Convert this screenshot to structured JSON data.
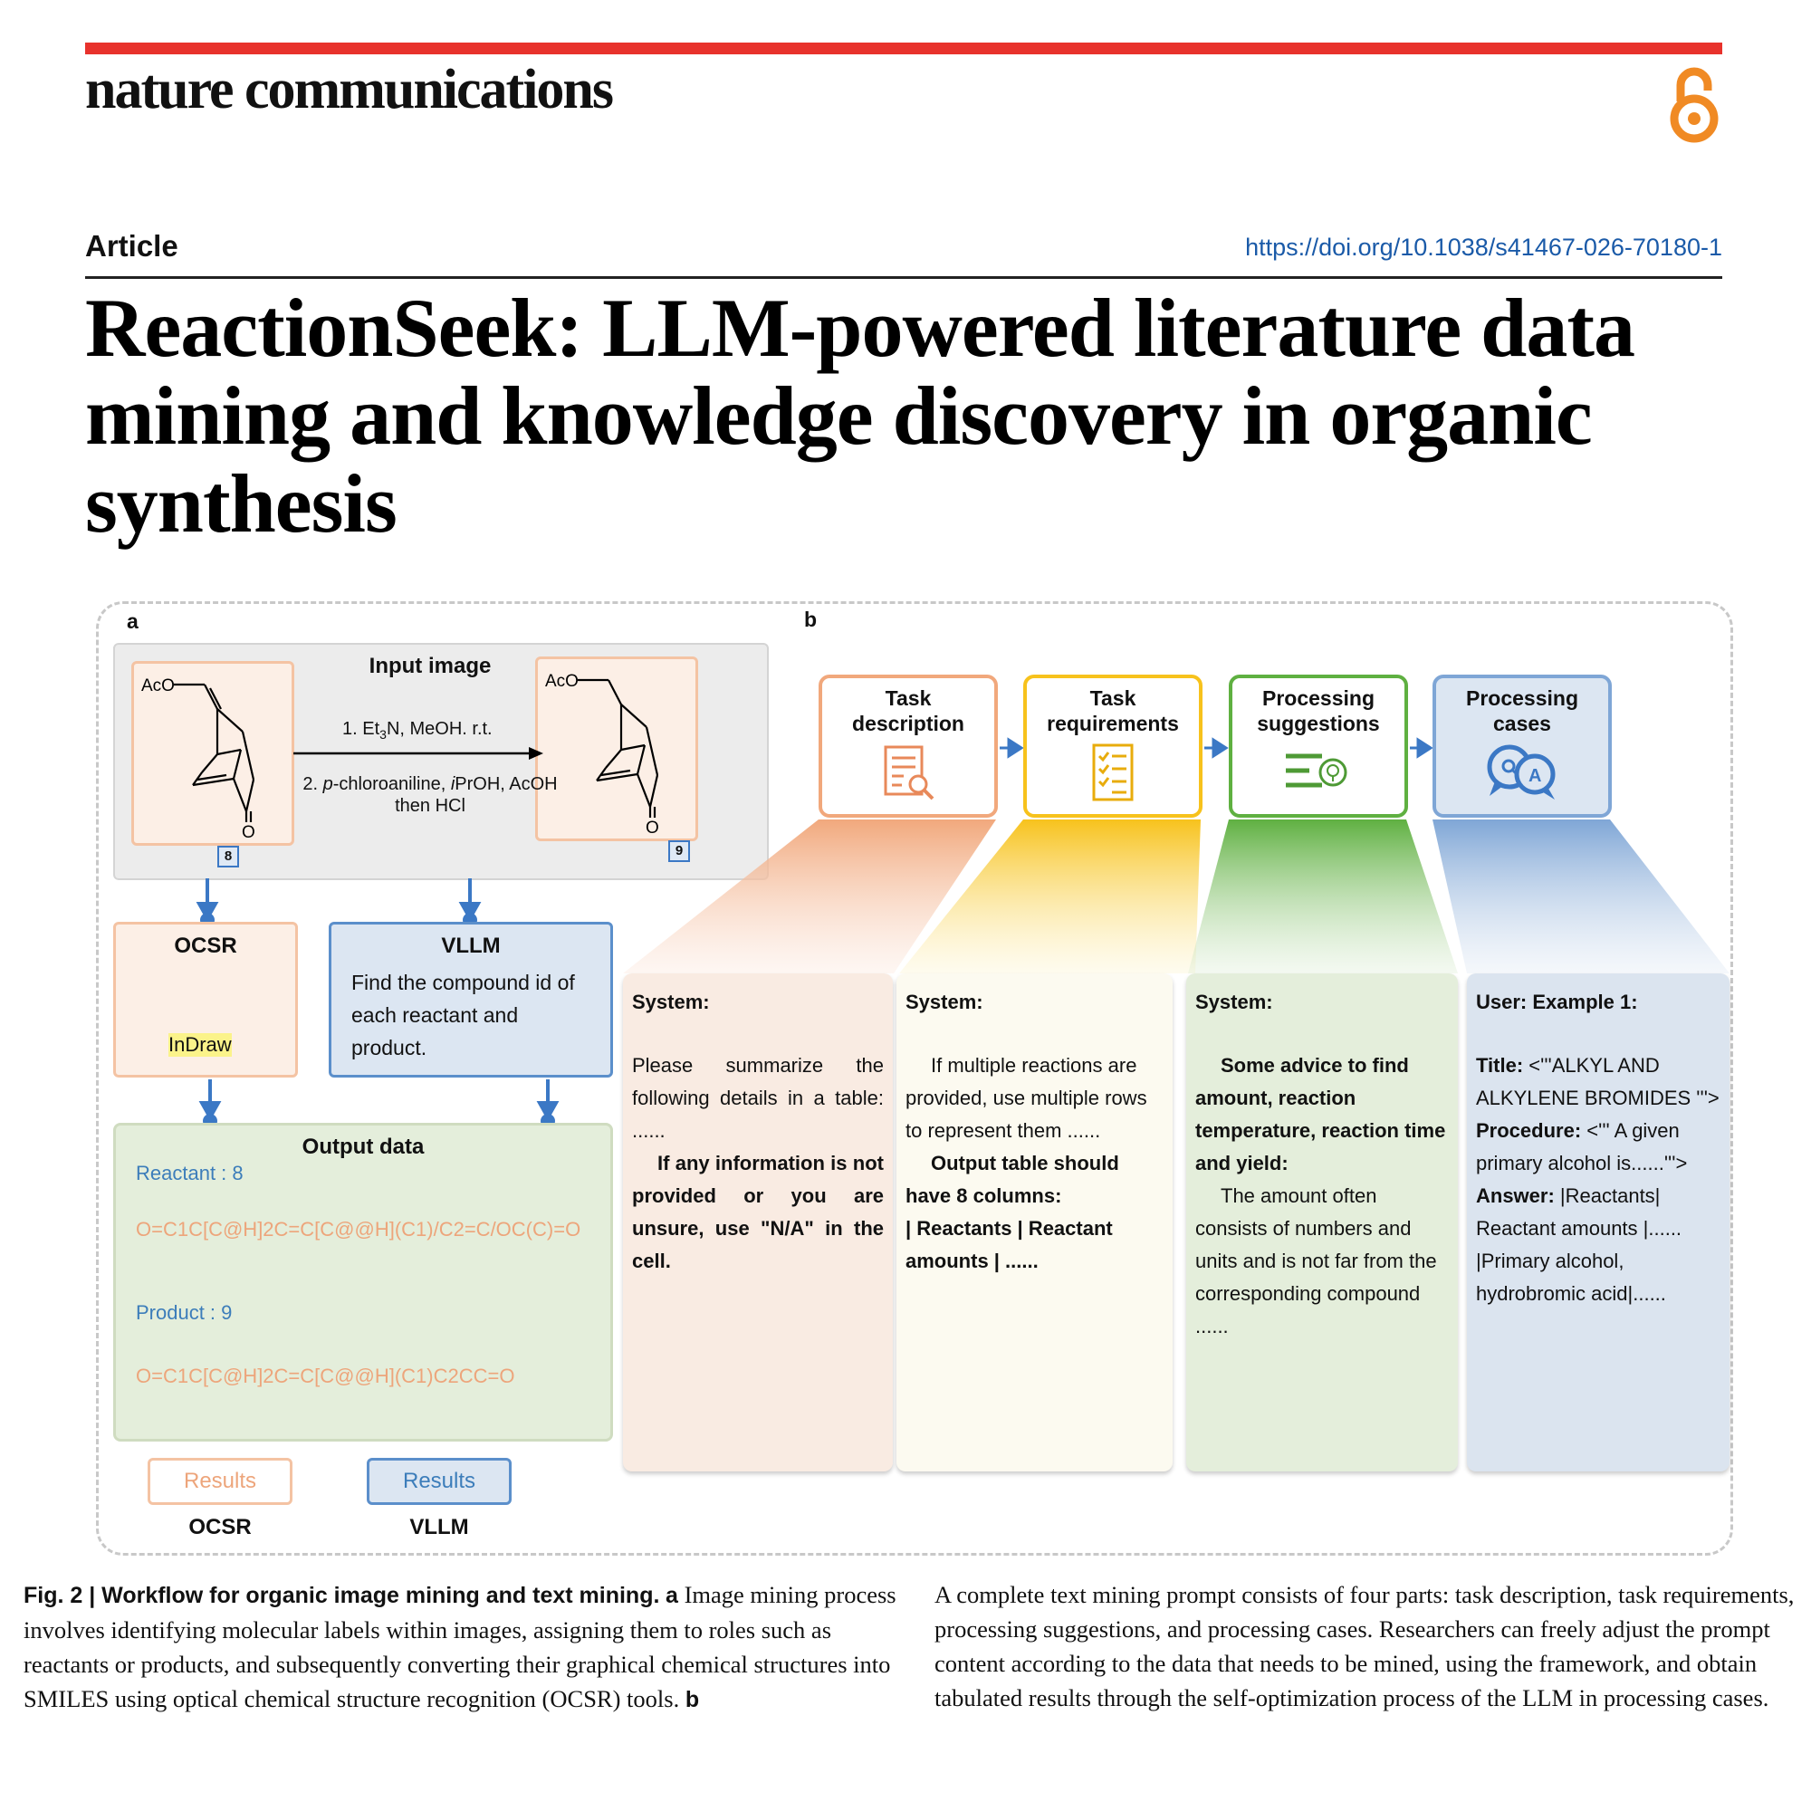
{
  "header": {
    "journal": "nature communications",
    "article_type": "Article",
    "doi": "https://doi.org/10.1038/s41467-026-70180-1",
    "title": "ReactionSeek: LLM-powered literature data mining and knowledge discovery in organic synthesis"
  },
  "figure": {
    "panel_a_label": "a",
    "panel_b_label": "b",
    "input_image_title": "Input image",
    "reactant_group": "AcO",
    "product_group": "AcO",
    "carbonyl_o_left": "O",
    "carbonyl_o_right": "O",
    "reaction_step1": "1. Et",
    "reaction_step1_sub": "3",
    "reaction_step1_rest": "N, MeOH. r.t.",
    "reaction_step2_prefix": "2. ",
    "reaction_step2_p": "p",
    "reaction_step2_mid": "-chloroaniline, ",
    "reaction_step2_i": "i",
    "reaction_step2_end": "PrOH, AcOH",
    "reaction_step2_line2": "then HCl",
    "compound_left_id": "8",
    "compound_right_id": "9",
    "ocsr_title": "OCSR",
    "ocsr_tool": "InDraw",
    "vllm_title": "VLLM",
    "vllm_text": "Find the compound id of each reactant and product.",
    "output_title": "Output data",
    "reactant_label": "Reactant : 8",
    "reactant_smiles": "O=C1C[C@H]2C=C[C@@H](C1)/C2=C/OC(C)=O",
    "product_label": "Product : 9",
    "product_smiles": "O=C1C[C@H]2C=C[C@@H](C1)C2CC=O",
    "results_left": "Results",
    "results_right": "Results",
    "results_left_caption": "OCSR",
    "results_right_caption": "VLLM",
    "tabs": [
      {
        "label": "Task description",
        "color": "#f1a87c"
      },
      {
        "label": "Task requirements",
        "color": "#f7c21c"
      },
      {
        "label": "Processing suggestions",
        "color": "#5fb041"
      },
      {
        "label": "Processing cases",
        "color": "#7fa6d6"
      }
    ],
    "panels": {
      "p1_head": "System:",
      "p1_text": "Please summarize the following details in a table: ......",
      "p1_bold": "If any information is not provided or you are unsure, use \"N/A\" in the cell.",
      "p2_head": "System:",
      "p2_text": "If multiple reactions are provided, use multiple rows to represent them ......",
      "p2_bold": "Output table should have 8 columns:",
      "p2_bold2": "| Reactants | Reactant amounts | ......",
      "p3_head": "System:",
      "p3_bold": "Some advice to find amount, reaction temperature, reaction time and yield:",
      "p3_text": "The amount often consists of numbers and units and is not far from the corresponding compound ......",
      "p4_head": "User: Example 1:",
      "p4_title_label": "Title:",
      "p4_title_val": " <'''ALKYL AND ALKYLENE BROMIDES '''>",
      "p4_proc_label": "Procedure:",
      "p4_proc_val": " <''' A given primary alcohol is......'''>",
      "p4_ans_label": "Answer:",
      "p4_ans_val": " |Reactants| Reactant amounts |...... |Primary alcohol, hydrobromic acid|......"
    },
    "colors": {
      "task_description": "#f1a87c",
      "task_requirements": "#f7c21c",
      "processing_suggestions": "#5fb041",
      "processing_cases": "#7fa6d6",
      "arrow_blue": "#3b78c5",
      "brand_red": "#e8322c",
      "oa_orange": "#f08a24"
    }
  },
  "caption": {
    "label": "Fig. 2 | Workflow for organic image mining and text mining.",
    "a_label": "a",
    "a_text": "Image mining process involves identifying molecular labels within images, assigning them to roles such as reactants or products, and subsequently converting their graphical chemical structures into SMILES using optical chemical structure recognition (OCSR) tools.",
    "b_label": "b",
    "b_text": "A complete text mining prompt consists of four parts: task description, task requirements, processing suggestions, and processing cases. Researchers can freely adjust the prompt content according to the data that needs to be mined, using the framework, and obtain tabulated results through the self-optimization process of the LLM in processing cases."
  }
}
